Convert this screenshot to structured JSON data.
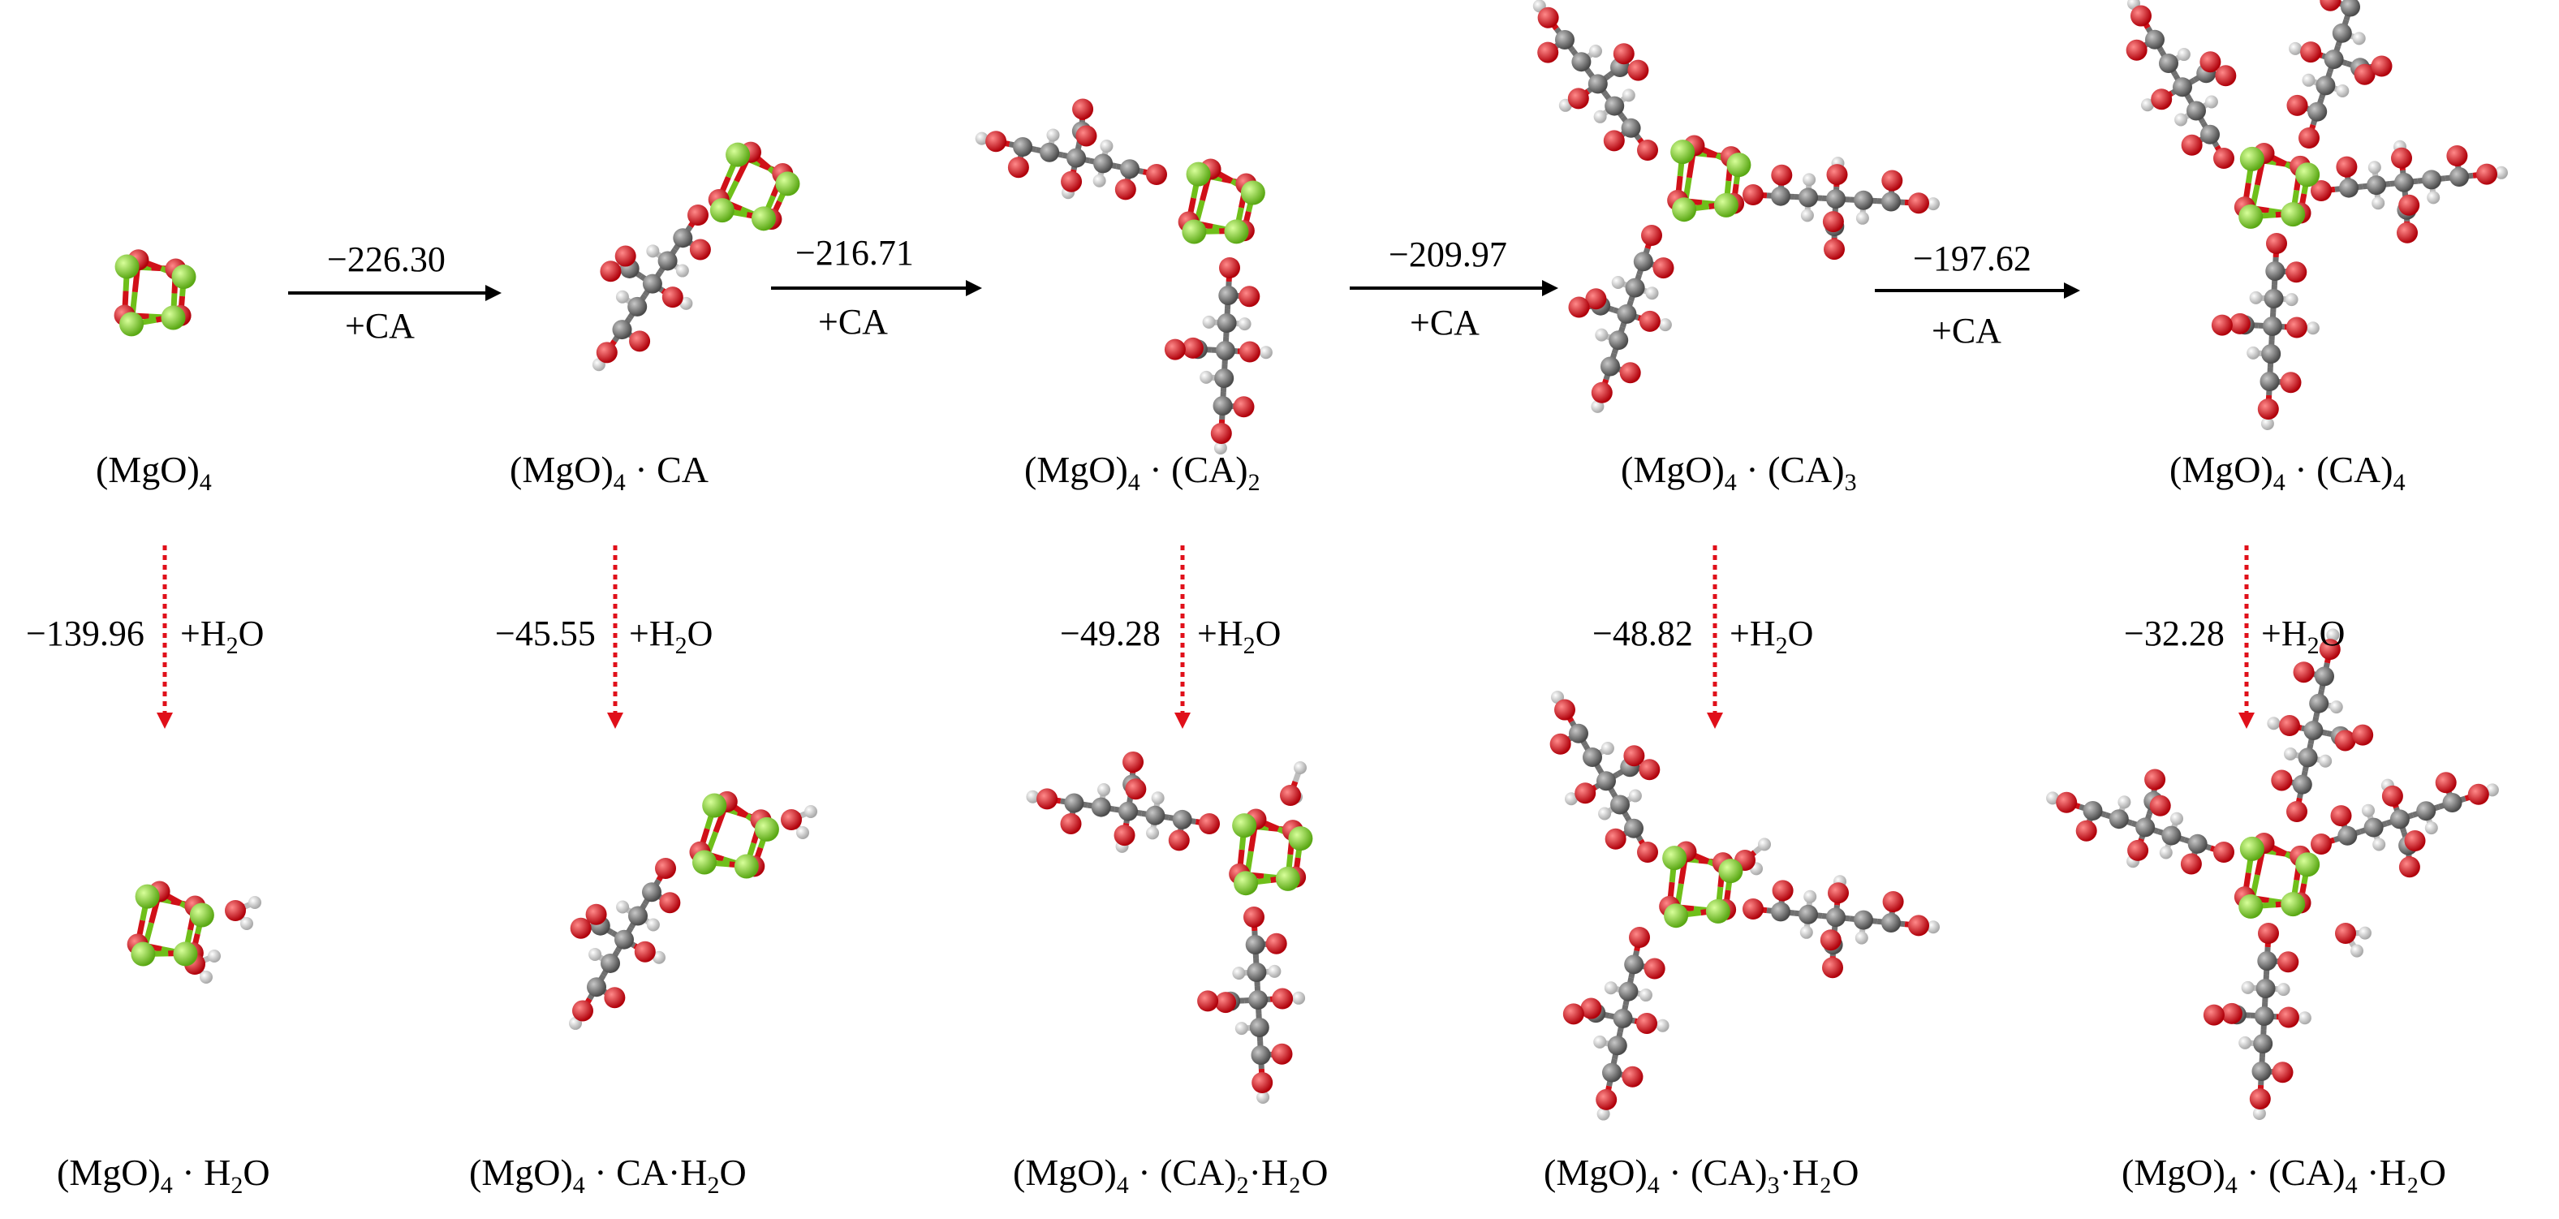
{
  "colors": {
    "mg": "#7ed321",
    "o": "#e0101a",
    "c": "#7a7a7a",
    "h": "#f2f2f2",
    "arrow_black": "#000000",
    "arrow_red": "#e0101a"
  },
  "top_labels": [
    {
      "main": "(MgO)",
      "sub1": "4",
      "mid": "",
      "sub2": "",
      "tail": ""
    },
    {
      "main": "(MgO)",
      "sub1": "4",
      "mid": " · CA",
      "sub2": "",
      "tail": ""
    },
    {
      "main": "(MgO)",
      "sub1": "4",
      "mid": " · (CA)",
      "sub2": "2",
      "tail": ""
    },
    {
      "main": "(MgO)",
      "sub1": "4",
      "mid": " · (CA)",
      "sub2": "3",
      "tail": ""
    },
    {
      "main": "(MgO)",
      "sub1": "4",
      "mid": " · (CA)",
      "sub2": "4",
      "tail": ""
    }
  ],
  "bottom_labels": [
    {
      "main": "(MgO)",
      "sub1": "4",
      "mid": " · H",
      "sub2": "2",
      "tail": "O"
    },
    {
      "main": "(MgO)",
      "sub1": "4",
      "mid": " · CA·H",
      "sub2": "2",
      "tail": "O"
    },
    {
      "main": "(MgO)",
      "sub1": "4",
      "mid": " · (CA)",
      "sub2": "2",
      "tail": "·H₂O"
    },
    {
      "main": "(MgO)",
      "sub1": "4",
      "mid": " · (CA)",
      "sub2": "3",
      "tail": "·H₂O"
    },
    {
      "main": "(MgO)",
      "sub1": "4",
      "mid": " · (CA)",
      "sub2": "4",
      "tail": " ·H₂O"
    }
  ],
  "horizontal_steps": [
    {
      "energy": "−226.30",
      "reagent": "+CA"
    },
    {
      "energy": "−216.71",
      "reagent": "+CA"
    },
    {
      "energy": "−209.97",
      "reagent": "+CA"
    },
    {
      "energy": "−197.62",
      "reagent": "+CA"
    }
  ],
  "vertical_steps": [
    {
      "energy": "−139.96",
      "reagent_pre": "+H",
      "reagent_sub": "2",
      "reagent_post": "O"
    },
    {
      "energy": "−45.55",
      "reagent_pre": "+H",
      "reagent_sub": "2",
      "reagent_post": "O"
    },
    {
      "energy": "−49.28",
      "reagent_pre": "+H",
      "reagent_sub": "2",
      "reagent_post": "O"
    },
    {
      "energy": "−48.82",
      "reagent_pre": "+H",
      "reagent_sub": "2",
      "reagent_post": "O"
    },
    {
      "energy": "−32.28",
      "reagent_pre": "+H",
      "reagent_sub": "2",
      "reagent_post": "O"
    }
  ]
}
